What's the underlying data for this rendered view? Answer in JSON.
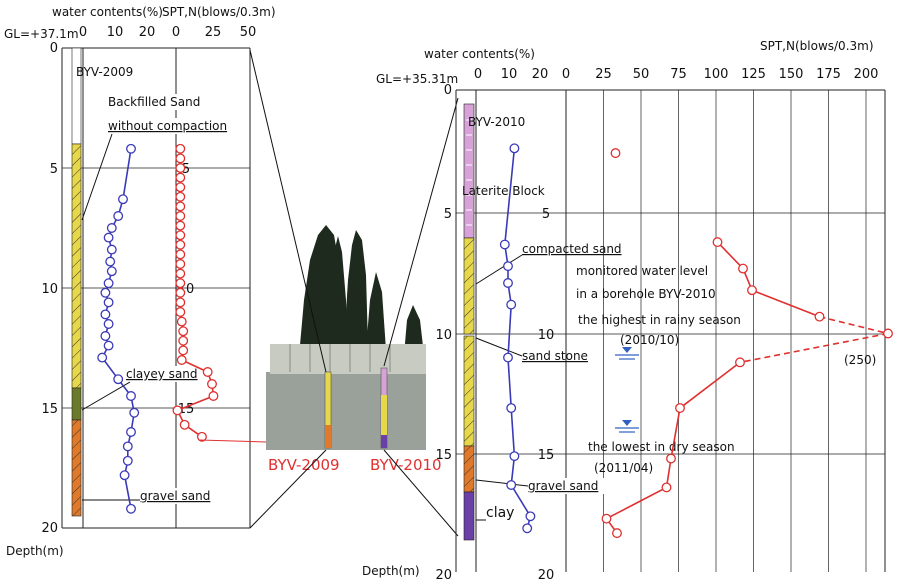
{
  "colors": {
    "wc_line": "#3a3ab8",
    "spt_line": "#e03030",
    "backfill": "#e6d84a",
    "clayey": "#6b7a2a",
    "gravel": "#e07a2a",
    "laterite": "#d6a2d8",
    "clay": "#6a3fa8",
    "water": "#3060c0"
  },
  "left": {
    "gl_label": "GL=+37.1m",
    "wc_header": "water contents(%)",
    "spt_header": "SPT,N(blows/0.3m)",
    "depth_label": "Depth(m)",
    "borehole_label": "BYV-2009",
    "depth_ticks": [
      "0",
      "5",
      "10",
      "15",
      "20"
    ],
    "wc_ticks": [
      "0",
      "10",
      "20"
    ],
    "spt_ticks": [
      "0",
      "25",
      "50"
    ],
    "spt_depth_ticks": [
      "5",
      "10",
      "15"
    ],
    "annotations": {
      "backfilled_1": "Backfilled Sand",
      "backfilled_2": "without compaction",
      "clayey": "clayey sand",
      "gravel": "gravel sand"
    }
  },
  "right": {
    "gl_label": "GL=+35.31m",
    "wc_header": "water contents(%)",
    "spt_header": "SPT,N(blows/0.3m)",
    "depth_label": "Depth(m)",
    "borehole_label": "BYV-2010",
    "depth_ticks": [
      "0",
      "5",
      "10",
      "15",
      "20"
    ],
    "wc_ticks": [
      "0",
      "10",
      "20"
    ],
    "spt_ticks": [
      "0",
      "25",
      "50",
      "75",
      "100",
      "125",
      "150",
      "175",
      "200"
    ],
    "inner_depth_ticks": [
      "5",
      "10",
      "15",
      "20"
    ],
    "annotations": {
      "laterite": "Laterite Block",
      "compacted": "compacted sand",
      "sandstone": "sand stone",
      "gravel": "gravel sand",
      "clay": "clay",
      "monitored_1": "monitored water level",
      "monitored_2": "in a borehole BYV-2010",
      "highest": "the highest in rainy season",
      "highest_date": "(2010/10)",
      "lowest": "the lowest in dry season",
      "lowest_date": "(2011/04)",
      "peak": "(250)"
    }
  },
  "center": {
    "label_2009": "BYV-2009",
    "label_2010": "BYV-2010"
  },
  "chart_data": [
    {
      "type": "line",
      "borehole": "BYV-2009",
      "xlabel": "water contents(%)",
      "ylabel": "Depth(m)",
      "xlim": [
        0,
        25
      ],
      "ylim": [
        0,
        20
      ],
      "series": [
        {
          "depth": [
            4.2,
            6.3,
            7.0,
            7.5,
            7.9,
            8.4,
            8.9,
            9.3,
            9.8,
            10.2,
            10.6,
            11.1,
            11.5,
            12.0,
            12.4,
            12.9,
            13.8,
            14.5,
            15.2,
            16.0,
            16.6,
            17.2,
            17.8,
            19.2
          ],
          "values": [
            15,
            12.5,
            11,
            9,
            8,
            9,
            8.5,
            9,
            8,
            7,
            8,
            7,
            8,
            7,
            8,
            6,
            11,
            15,
            16,
            15,
            14,
            14,
            13,
            15
          ]
        }
      ]
    },
    {
      "type": "line",
      "borehole": "BYV-2009",
      "xlabel": "SPT,N(blows/0.3m)",
      "ylabel": "Depth(m)",
      "xlim": [
        0,
        50
      ],
      "ylim": [
        0,
        20
      ],
      "series": [
        {
          "depth": [
            4.2,
            4.6,
            5.0,
            5.4,
            5.8,
            6.2,
            6.6,
            7.0,
            7.4,
            7.8,
            8.2,
            8.6,
            9.0,
            9.4,
            9.8,
            10.2,
            10.6,
            11.0,
            11.4,
            11.8,
            12.2,
            12.6,
            13.0,
            13.5,
            14.0,
            14.5,
            15.1,
            15.7,
            16.2
          ],
          "values": [
            3,
            3,
            3,
            3,
            3,
            3,
            3,
            3,
            3,
            3,
            3,
            3,
            3,
            3,
            3,
            3,
            3,
            3,
            4,
            5,
            5,
            5,
            4,
            22,
            25,
            26,
            1,
            6,
            18
          ]
        }
      ]
    },
    {
      "type": "line",
      "borehole": "BYV-2010",
      "xlabel": "water contents(%)",
      "ylabel": "Depth(m)",
      "xlim": [
        0,
        20
      ],
      "ylim": [
        0,
        20
      ],
      "series": [
        {
          "depth": [
            2.3,
            6.3,
            7.2,
            7.9,
            8.8,
            11.0,
            13.1,
            15.1,
            16.3,
            17.6,
            18.1
          ],
          "values": [
            12,
            9,
            10,
            10,
            11,
            10,
            11,
            12,
            11,
            17,
            16
          ]
        }
      ]
    },
    {
      "type": "line",
      "borehole": "BYV-2010",
      "xlabel": "SPT,N(blows/0.3m)",
      "ylabel": "Depth(m)",
      "xlim": [
        0,
        210
      ],
      "ylim": [
        0,
        20
      ],
      "series": [
        {
          "depth": [
            2.5,
            6.2,
            7.3,
            8.2,
            9.3,
            10.0,
            11.2,
            13.1,
            15.2,
            16.4,
            17.7,
            18.3
          ],
          "values": [
            33,
            101,
            118,
            124,
            169,
            250,
            116,
            76,
            70,
            67,
            27,
            34
          ]
        }
      ]
    }
  ]
}
